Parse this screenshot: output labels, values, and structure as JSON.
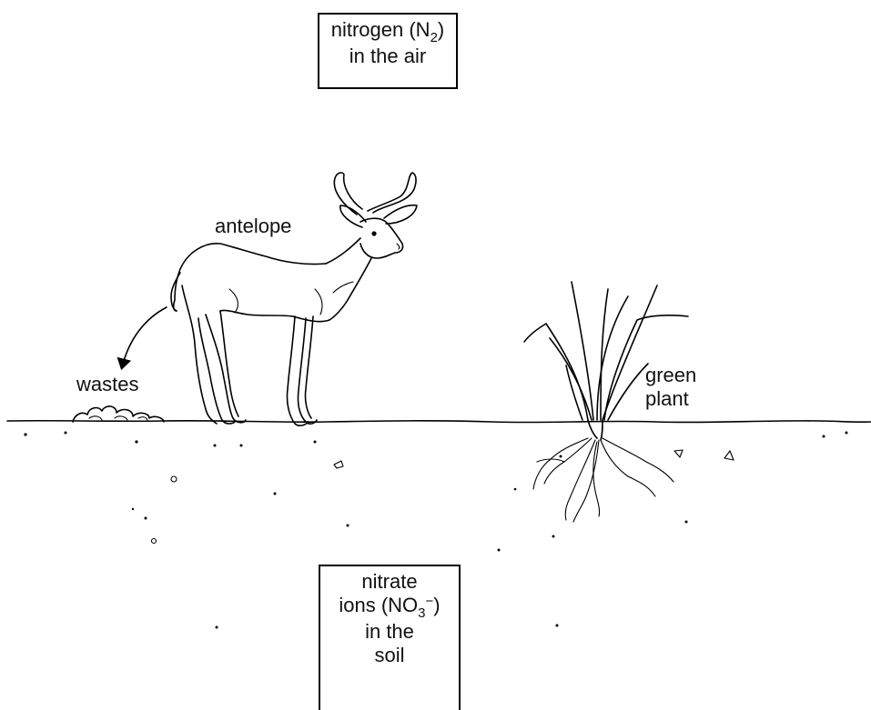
{
  "labels": {
    "air_box": {
      "line1_pre": "nitrogen (N",
      "line1_sub": "2",
      "line1_post": ")",
      "line2": "in the air"
    },
    "soil_box": {
      "line1": "nitrate",
      "line2_pre": "ions (NO",
      "line2_sub": "3",
      "line2_sup": "−",
      "line2_post": ")",
      "line3": "in the",
      "line4": "soil"
    },
    "antelope": "antelope",
    "wastes": "wastes",
    "plant_line1": "green",
    "plant_line2": "plant"
  },
  "icons": [
    "antelope-drawing",
    "wastes-pile",
    "green-plant-drawing",
    "ground-line",
    "waste-arrow"
  ]
}
